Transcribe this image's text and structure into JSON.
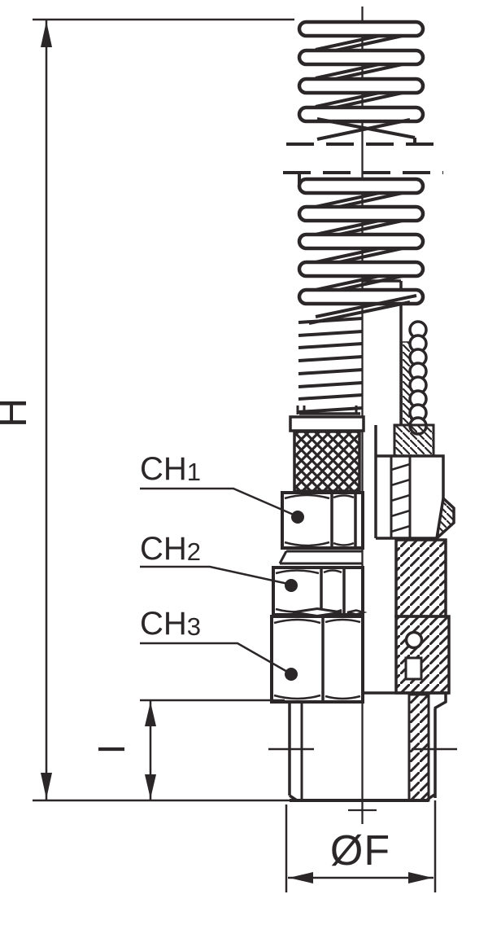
{
  "drawing": {
    "labels": {
      "overall_height": "H",
      "thread_length": "I",
      "thread_diameter": "ØF"
    },
    "callouts": [
      {
        "prefix": "CH",
        "sub": "1"
      },
      {
        "prefix": "CH",
        "sub": "2"
      },
      {
        "prefix": "CH",
        "sub": "3"
      }
    ],
    "colors": {
      "line": "#2b2628",
      "background": "#ffffff"
    }
  }
}
